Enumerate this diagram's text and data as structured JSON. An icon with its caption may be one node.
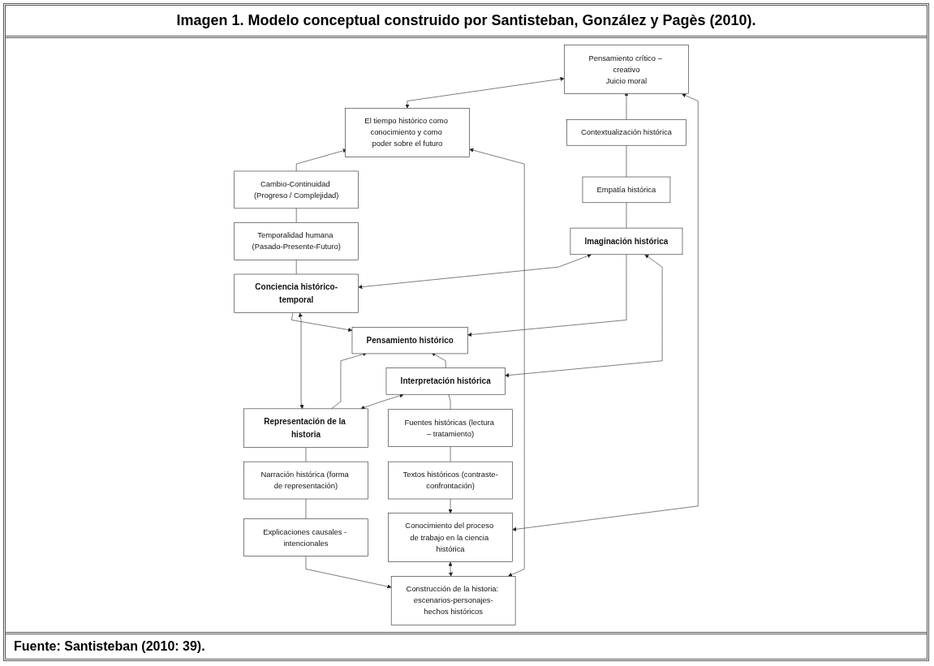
{
  "diagram": {
    "title": "Imagen 1. Modelo conceptual construido por Santisteban, González y Pagès (2010).",
    "caption": "Fuente: Santisteban (2010: 39).",
    "nodes": [
      {
        "text": [
          "El tiempo histórico como conocimiento y como poder sobre el futuro"
        ]
      },
      {
        "text": [
          "Pensamiento crítico – creativo",
          "Juicio moral"
        ]
      },
      {
        "text": [
          "Cambio-Continuidad (Progreso / Complejidad)"
        ]
      },
      {
        "text": [
          "Contextualización histórica"
        ]
      },
      {
        "text": [
          "Temporalidad humana (Pasado-Presente-Futuro)"
        ]
      },
      {
        "text": [
          "Empatía histórica"
        ]
      },
      {
        "text": [
          "Conciencia histórico-temporal"
        ]
      },
      {
        "text": [
          "Imaginación histórica"
        ]
      },
      {
        "text": [
          "Pensamiento histórico"
        ]
      },
      {
        "text": [
          "Representación de la historia"
        ]
      },
      {
        "text": [
          "Interpretación histórica"
        ]
      },
      {
        "text": [
          "Narración histórica (forma de representación)"
        ]
      },
      {
        "text": [
          "Fuentes históricas (lectura – tratamiento)"
        ]
      },
      {
        "text": [
          "Explicaciones causales - intencionales"
        ]
      },
      {
        "text": [
          "Textos históricos (contraste-confrontación)"
        ]
      },
      {
        "text": [
          "Construcción de la historia: escenarios-personajes-hechos históricos"
        ]
      },
      {
        "text": [
          "Conocimiento del proceso de trabajo en la ciencia histórica"
        ]
      }
    ],
    "edges": [
      {
        "from": 0,
        "to": 1,
        "arrow": "both"
      },
      {
        "from": 2,
        "to": 0,
        "arrow": "to"
      },
      {
        "from": 3,
        "to": 1,
        "arrow": "to"
      },
      {
        "from": 4,
        "to": 2,
        "arrow": "none"
      },
      {
        "from": 5,
        "to": 3,
        "arrow": "none"
      },
      {
        "from": 6,
        "to": 4,
        "arrow": "none"
      },
      {
        "from": 7,
        "to": 5,
        "arrow": "none"
      },
      {
        "from": 6,
        "to": 7,
        "arrow": "both"
      },
      {
        "from": 6,
        "to": 8,
        "arrow": "to"
      },
      {
        "from": 7,
        "to": 8,
        "arrow": "to"
      },
      {
        "from": 9,
        "to": 8,
        "arrow": "to"
      },
      {
        "from": 10,
        "to": 8,
        "arrow": "to"
      },
      {
        "from": 9,
        "to": 10,
        "arrow": "both"
      },
      {
        "from": 6,
        "to": 9,
        "arrow": "both"
      },
      {
        "from": 7,
        "to": 10,
        "arrow": "both"
      },
      {
        "from": 9,
        "to": 11,
        "arrow": "none"
      },
      {
        "from": 10,
        "to": 12,
        "arrow": "none"
      },
      {
        "from": 11,
        "to": 13,
        "arrow": "none"
      },
      {
        "from": 12,
        "to": 14,
        "arrow": "none"
      },
      {
        "from": 13,
        "to": 15,
        "arrow": "to"
      },
      {
        "from": 14,
        "to": 16,
        "arrow": "to"
      },
      {
        "from": 15,
        "to": 16,
        "arrow": "both"
      },
      {
        "from": 0,
        "to": 15,
        "arrow": "both"
      },
      {
        "from": 1,
        "to": 16,
        "arrow": "both"
      }
    ]
  }
}
